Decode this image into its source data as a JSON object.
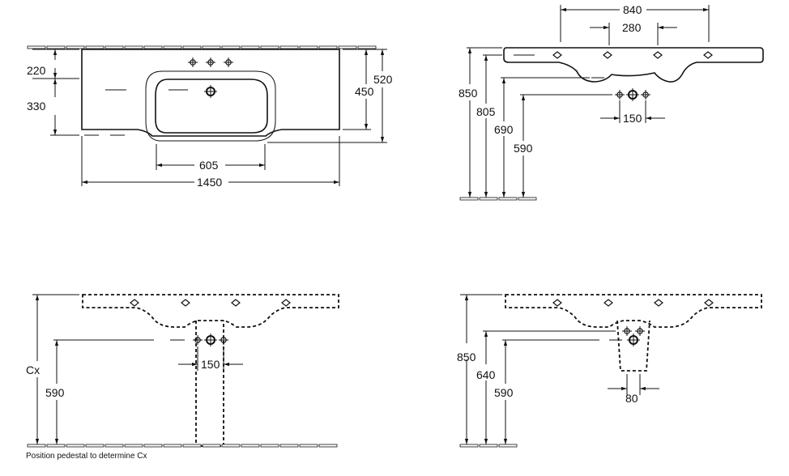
{
  "top_view": {
    "dim_220": "220",
    "dim_330": "330",
    "dim_520": "520",
    "dim_450": "450",
    "dim_605": "605",
    "dim_1450": "1450"
  },
  "side_view": {
    "dim_840": "840",
    "dim_280": "280",
    "dim_850": "850",
    "dim_805": "805",
    "dim_690": "690",
    "dim_590": "590",
    "dim_150": "150"
  },
  "pedestal_view": {
    "dim_cx": "Cx",
    "dim_590": "590",
    "dim_150": "150",
    "caption": "Position pedestal to determine Cx"
  },
  "half_pedestal_view": {
    "dim_850": "850",
    "dim_640": "640",
    "dim_590": "590",
    "dim_80": "80"
  }
}
